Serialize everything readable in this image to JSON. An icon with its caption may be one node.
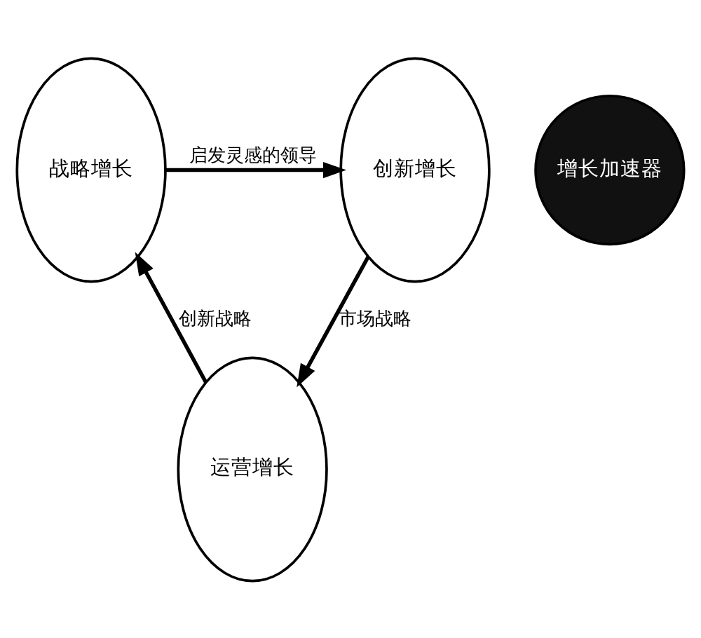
{
  "diagram": {
    "nodes": [
      {
        "text": [
          "战略增长"
        ]
      },
      {
        "text": [
          "创新增长"
        ]
      },
      {
        "text": [
          "增长加速器"
        ]
      },
      {
        "text": [
          "运营增长"
        ]
      }
    ],
    "edges": [
      {
        "from": 0,
        "to": 1,
        "arrow": "to",
        "label": "启发灵感的领导"
      },
      {
        "from": 1,
        "to": 3,
        "arrow": "to",
        "label": "市场战略"
      },
      {
        "from": 3,
        "to": 0,
        "arrow": "to",
        "label": "创新战略"
      }
    ]
  }
}
